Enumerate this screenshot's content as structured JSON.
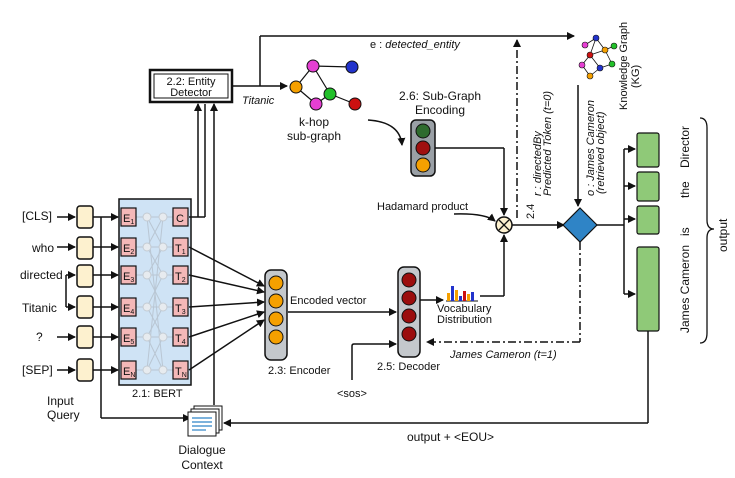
{
  "input": {
    "tokens": [
      "[CLS]",
      "who",
      "directed",
      "Titanic",
      "?",
      "[SEP]"
    ],
    "label_line1": "Input",
    "label_line2": "Query"
  },
  "bert": {
    "label": "2.1: BERT",
    "left_tokens": [
      {
        "base": "E",
        "sub": "1"
      },
      {
        "base": "E",
        "sub": "2"
      },
      {
        "base": "E",
        "sub": "3"
      },
      {
        "base": "E",
        "sub": "4"
      },
      {
        "base": "E",
        "sub": "5"
      },
      {
        "base": "E",
        "sub": "N"
      }
    ],
    "right_tokens": [
      {
        "base": "C",
        "sub": ""
      },
      {
        "base": "T",
        "sub": "1"
      },
      {
        "base": "T",
        "sub": "2"
      },
      {
        "base": "T",
        "sub": "3"
      },
      {
        "base": "T",
        "sub": "4"
      },
      {
        "base": "T",
        "sub": "N"
      }
    ]
  },
  "entity_detector": {
    "line1": "2.2: Entity",
    "line2": "Detector"
  },
  "titanic_label": "Titanic",
  "khop": {
    "line1": "k-hop",
    "line2": "sub-graph"
  },
  "subgraph_encoding": {
    "line1": "2.6: Sub-Graph",
    "line2": "Encoding"
  },
  "edge_e_label_prefix": "e : ",
  "edge_e_label_value": "detected_entity",
  "kg": {
    "line1": "Knowledge Graph",
    "line2": "(KG)"
  },
  "relation_label": {
    "line1": "r : directedBy",
    "line2": "Predicted Token (t=0)"
  },
  "label_2_4": "2.4",
  "object_label": {
    "line1": "o : James Cameron",
    "line2": "(retrieved object)"
  },
  "hadamard_label": "Hadamard product",
  "encoder_label": "2.3: Encoder",
  "encoded_vector_label": "Encoded vector",
  "vocab_label": {
    "line1": "Vocabulary",
    "line2": "Distribution"
  },
  "decoder_label": "2.5: Decoder",
  "sos_label": "<sos>",
  "james_t1_label": "James Cameron (t=1)",
  "output_eou_label": "output + <EOU>",
  "dialogue_context": {
    "line1": "Dialogue",
    "line2": "Context"
  },
  "output_words": [
    "the",
    "Director",
    "is",
    "James Cameron"
  ],
  "output_label": "output",
  "colors": {
    "bert_bg": "#cfe3f5",
    "token_fill": "#fdf1cf",
    "bert_token_fill": "#f4b8b8",
    "encoder_node": "#f5a000",
    "decoder_node": "#9b0d0d",
    "output_box": "#8fc978",
    "diamond": "#2f84c6",
    "traffic_green": "#2e6b2e",
    "traffic_red": "#a01010",
    "traffic_orange": "#f5a000"
  }
}
